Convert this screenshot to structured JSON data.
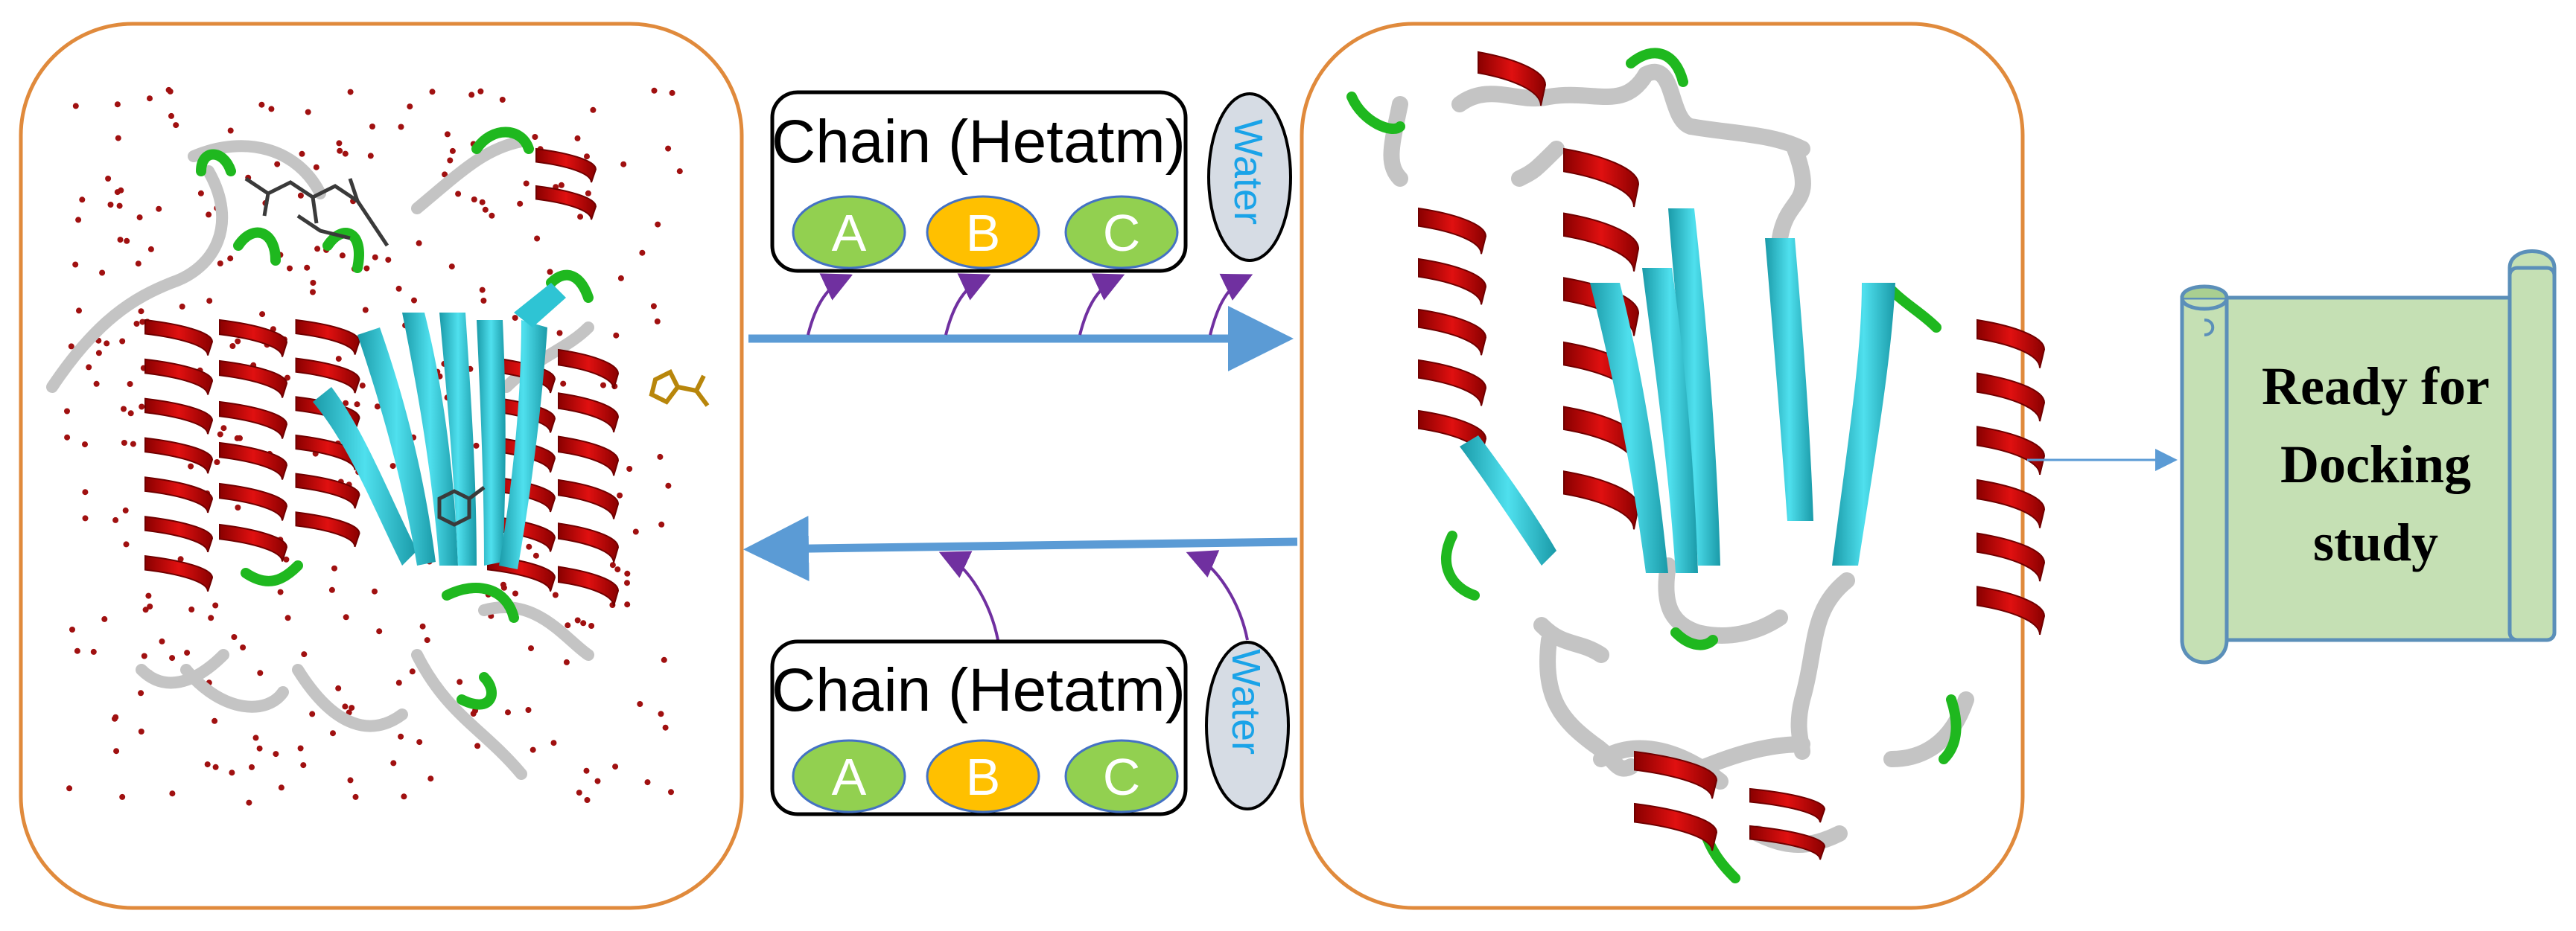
{
  "top_group": {
    "chain_title": "Chain (Hetatm)",
    "chains": [
      {
        "letter": "A",
        "color": "#92d050"
      },
      {
        "letter": "B",
        "color": "#ffc000"
      },
      {
        "letter": "C",
        "color": "#92d050"
      }
    ],
    "water_label": "Water"
  },
  "bottom_group": {
    "chain_title": "Chain (Hetatm)",
    "chains": [
      {
        "letter": "A",
        "color": "#92d050"
      },
      {
        "letter": "B",
        "color": "#ffc000"
      },
      {
        "letter": "C",
        "color": "#92d050"
      }
    ],
    "water_label": "Water"
  },
  "ready": {
    "line1": "Ready for",
    "line2": "Docking",
    "line3": "study"
  },
  "colors": {
    "panel_border": "#e08a3c",
    "main_arrow": "#5b9bd5",
    "small_arrow": "#7030a0",
    "helix": "#cc0000",
    "strand": "#2ec4d4",
    "coil": "#c8c8c8",
    "turn": "#1fb81f",
    "water_dot": "#a01010",
    "scroll_fill": "#c5e0b4",
    "scroll_border": "#5b8fb9"
  }
}
